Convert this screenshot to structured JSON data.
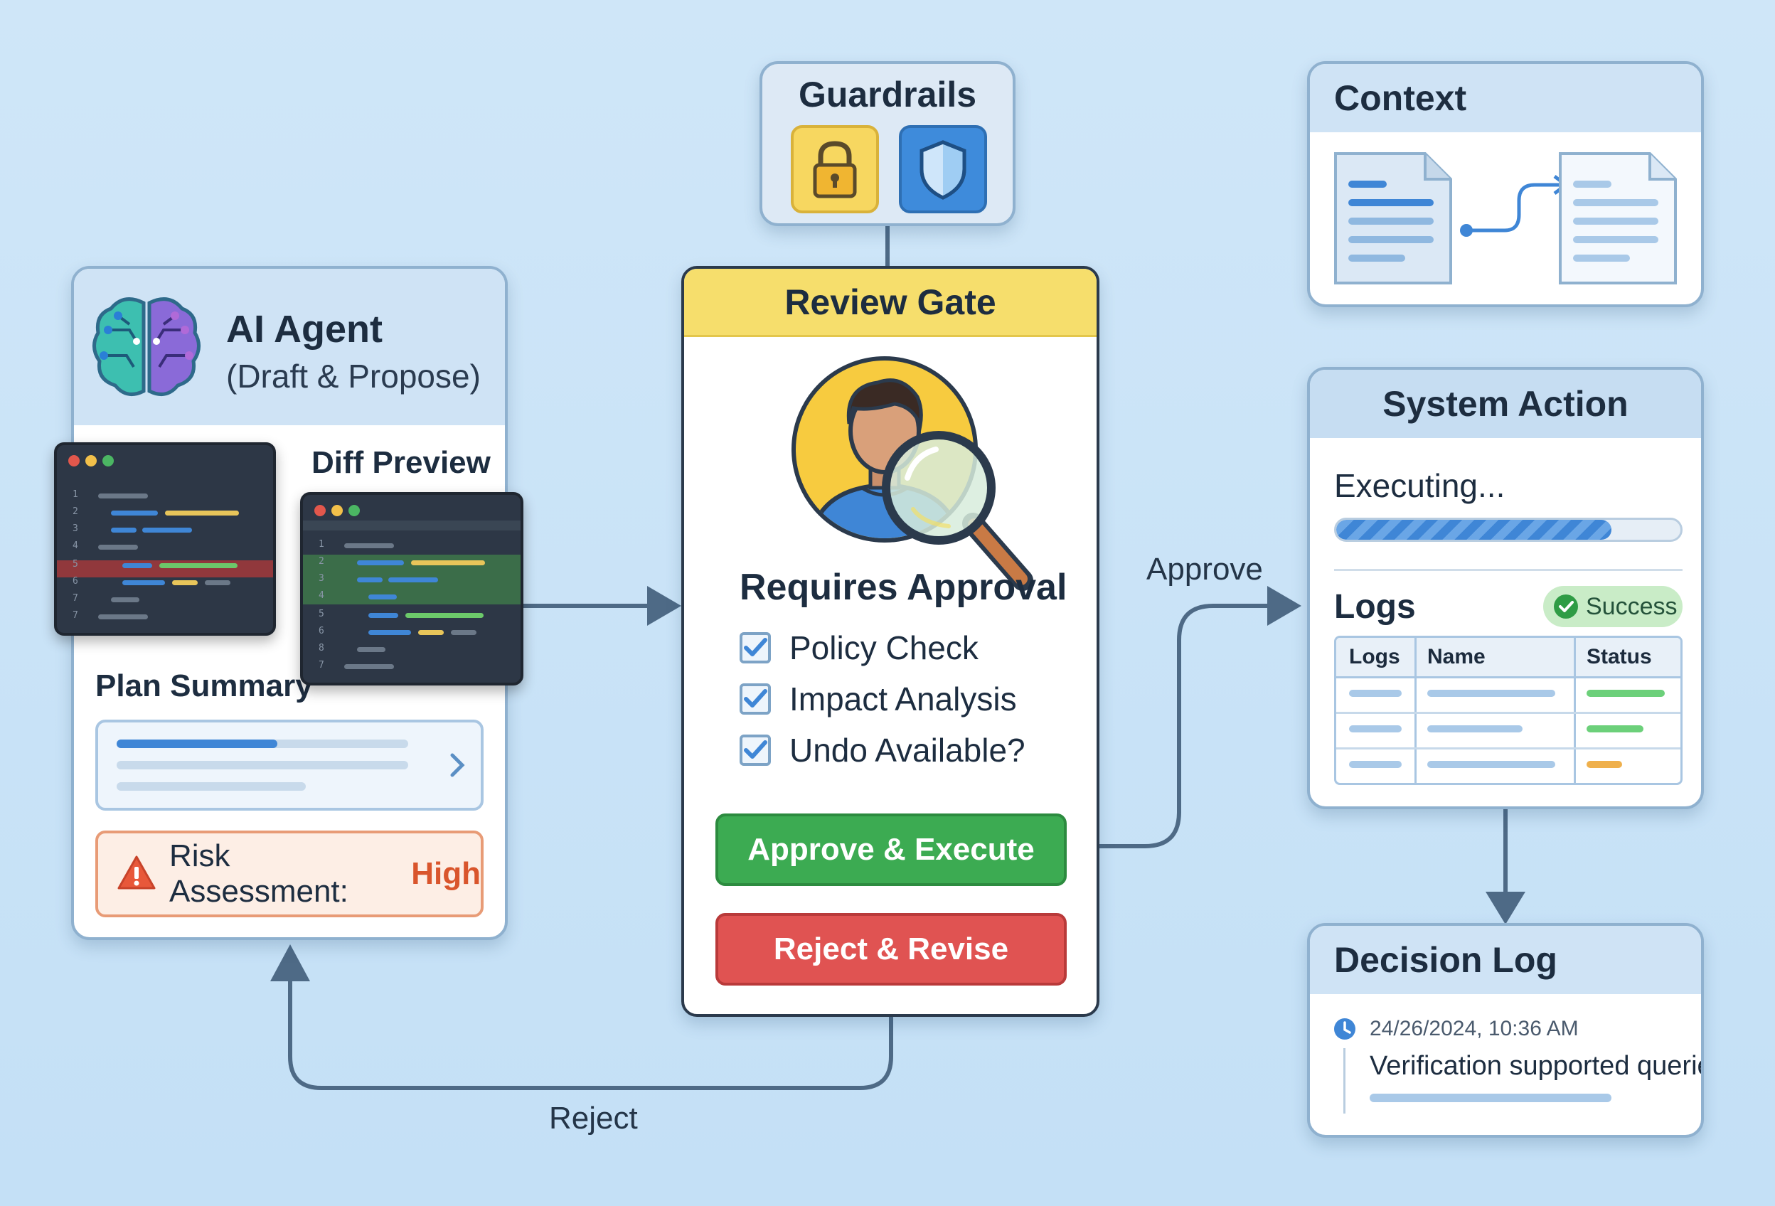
{
  "guardrails": {
    "title": "Guardrails",
    "icons": [
      "lock-icon",
      "shield-icon"
    ]
  },
  "context": {
    "title": "Context",
    "icons": [
      "document-icon",
      "document-icon"
    ]
  },
  "agent": {
    "title": "AI Agent",
    "subtitle": "(Draft & Propose)",
    "diff_label": "Diff Preview",
    "plan_label": "Plan Summary",
    "risk_label": "Risk Assessment:",
    "risk_value": "High",
    "line_numbers_left": [
      "1",
      "2",
      "3",
      "4",
      "5",
      "6",
      "7",
      "7"
    ],
    "line_numbers_right": [
      "1",
      "2",
      "3",
      "4",
      "5",
      "6",
      "8",
      "7"
    ]
  },
  "review": {
    "title": "Review Gate",
    "heading": "Requires Approval",
    "checks": [
      "Policy Check",
      "Impact Analysis",
      "Undo Available?"
    ],
    "approve_button": "Approve & Execute",
    "reject_button": "Reject & Revise"
  },
  "flow": {
    "approve_label": "Approve",
    "reject_label": "Reject"
  },
  "system": {
    "title": "System Action",
    "status": "Executing...",
    "progress": 0.8,
    "logs_title": "Logs",
    "badge": "Success",
    "columns": [
      "Logs",
      "Name",
      "Status"
    ]
  },
  "decision": {
    "title": "Decision Log",
    "timestamp": "24/26/2024, 10:36 AM",
    "entry": "Verification supported queries"
  },
  "colors": {
    "accent_blue": "#3f86d6",
    "approve_green": "#3cab52",
    "reject_red": "#e05352",
    "review_yellow": "#f6de6c",
    "risk_orange": "#d9552c"
  }
}
